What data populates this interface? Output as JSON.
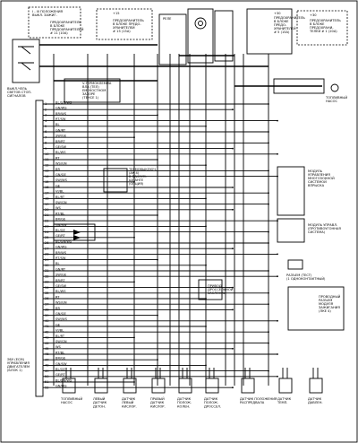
{
  "diagram": {
    "top_components": [
      {
        "id": "ignition",
        "lines": [
          "I - III ПОЛОЖЕНИЯ",
          "ВЫКЛ. ЗАЖИГ.",
          "",
          "ПРЕДОХРАНИТЕЛЬ",
          "В БЛОКЕ",
          "ПРЕДОХРАНИТЕЛЕЙ",
          "# 11 (10A)"
        ]
      },
      {
        "id": "fuse_box",
        "lines": [
          "+15",
          "ПРЕДОХРАНИТЕЛЬ",
          "В БЛОКЕ ПРЕДО-",
          "ХРАНИТЕЛЕЙ",
          "# 15 (15A)"
        ]
      },
      {
        "id": "relay_center",
        "lines": [
          "РЕЛЕ"
        ]
      },
      {
        "id": "fuse_right",
        "lines": [
          "+30",
          "ПРЕДОХРАНИТЕЛЬ",
          "В БЛОКЕ",
          "ПРЕДО-",
          "ХРАНИТЕЛЕЙ",
          "# 5 (15А)"
        ]
      },
      {
        "id": "fuse_far_right",
        "lines": [
          "+30",
          "ПРЕДОХРАНИТЕЛЬ",
          "В БЛОКЕ",
          "ПРЕДОХРАНИ-",
          "ТЕЛЕЙ # 1 (20А)"
        ]
      }
    ],
    "left_components": [
      {
        "id": "sw_left",
        "lines": [
          "ВЫКЛ-ЧЕЛЬ",
          "СВЕТОВ СТОП-",
          "СИГНАЛОВ"
        ]
      },
      {
        "id": "reg_left",
        "lines": [
          "V-ТЕРМОКЛЕММА",
          "ВЛА (ТЕЛ)",
          "ЕМЕКОСТНОМ",
          "ЗАЗОРЕ",
          "(ТЕНСЕ 1)"
        ]
      }
    ],
    "right_components": [
      {
        "id": "ground_right",
        "lines": [
          "ТОПЛИВНЫЙ",
          "НАСОС"
        ]
      },
      {
        "id": "module_1",
        "lines": [
          "МОДУЛЬ",
          "УПРАВЛЕНИЯ",
          "МНОГОЗОННОЙ",
          "СИСТЕМОЙ",
          "ВПРЫСКА"
        ]
      },
      {
        "id": "module_2",
        "lines": [
          "МОДУЛЬ УПРАВЛ.",
          "(ПРОТИВОУГОННАЯ",
          "СИСТЕМА)"
        ]
      },
      {
        "id": "conn_right",
        "lines": [
          "РАЗЪЕМ (ТЕСТ)",
          "(1 ОДНОКОНТАКТНЫЙ)"
        ]
      },
      {
        "id": "sensor_right",
        "lines": [
          "ПРОВОДНЫЙ",
          "РАЗЪЕМ",
          "МОДУЛЯ",
          "ЗАЖИГАНИЯ",
          "(ЛКЕ 4)"
        ]
      }
    ],
    "center_components": [
      {
        "id": "thermo_center",
        "lines": [
          "ТЕРМОВЫКЛЮЧ.",
          "(АК 4)",
          "В ВАКУУМ.",
          "ШЛАНГЕ",
          "(ОПЦИЯ)"
        ]
      },
      {
        "id": "bottom_mid",
        "lines": [
          "ПРИВОД",
          "ДРОССЕЛЬНОЙ",
          "ЗАСЛОНКИ"
        ]
      }
    ],
    "ecu_label": [
      "ЭБУ (ECM)",
      "УПРАВЛЕНИЯ",
      "ДВИГАТЕЛЕМ",
      "(БЛОК 1)"
    ],
    "ecu_pins": [
      "1",
      "2",
      "3",
      "4",
      "5",
      "6",
      "7",
      "8",
      "9",
      "10",
      "11",
      "12",
      "13",
      "14",
      "15",
      "16",
      "17",
      "18",
      "19",
      "20",
      "21",
      "22",
      "23",
      "24",
      "25",
      "26",
      "27",
      "28",
      "29",
      "30",
      "31",
      "32",
      "33",
      "34",
      "35",
      "36",
      "37",
      "38",
      "39",
      "40",
      "41",
      "42",
      "43",
      "44",
      "45",
      "46",
      "47",
      "48",
      "49",
      "50",
      "51",
      "52"
    ],
    "wire_colors": [
      "BL/GN/WS",
      "GN/WS",
      "BR/WS",
      "RT/SW",
      "BL",
      "GN/RT",
      "SW/GE",
      "BR/RT",
      "GE/SW",
      "BL/WS",
      "RT",
      "WS/GN",
      "BR",
      "GN/GE",
      "SW/WS",
      "GE",
      "VI/BL",
      "BL/RT",
      "SW/GN",
      "WS",
      "RT/BL",
      "BR/GE",
      "GN/SW",
      "BL/GE",
      "GE/RT"
    ],
    "bottom_sensors": [
      {
        "id": "s1",
        "lines": [
          "ТОПЛИВНЫЙ",
          "НАСОС"
        ]
      },
      {
        "id": "s2",
        "lines": [
          "ЛЕВЫЙ",
          "ДАТЧИК",
          "ДЕТОН."
        ]
      },
      {
        "id": "s3",
        "lines": [
          "ДАТЧИК",
          "ЛЕВЫЙ",
          "КИСЛОР."
        ]
      },
      {
        "id": "s4",
        "lines": [
          "ПРАВЫЙ",
          "ДАТЧИК",
          "КИСЛОР."
        ]
      },
      {
        "id": "s5",
        "lines": [
          "ДАТЧИК",
          "ПОЛОЖ.",
          "КОЛЕН."
        ]
      },
      {
        "id": "s6",
        "lines": [
          "ДАТЧИК",
          "ПОЛОЖ.",
          "ДРОССЕЛ."
        ]
      },
      {
        "id": "s7",
        "lines": [
          "ДАТЧИК ПОЛОЖЕНИЯ",
          "РАСПРЕДВАЛА"
        ]
      },
      {
        "id": "s8",
        "lines": [
          "ДАТЧИК",
          "ТЕМП."
        ]
      },
      {
        "id": "s9",
        "lines": [
          "ДАТЧИК",
          "ДАВЛЕН."
        ]
      }
    ]
  }
}
